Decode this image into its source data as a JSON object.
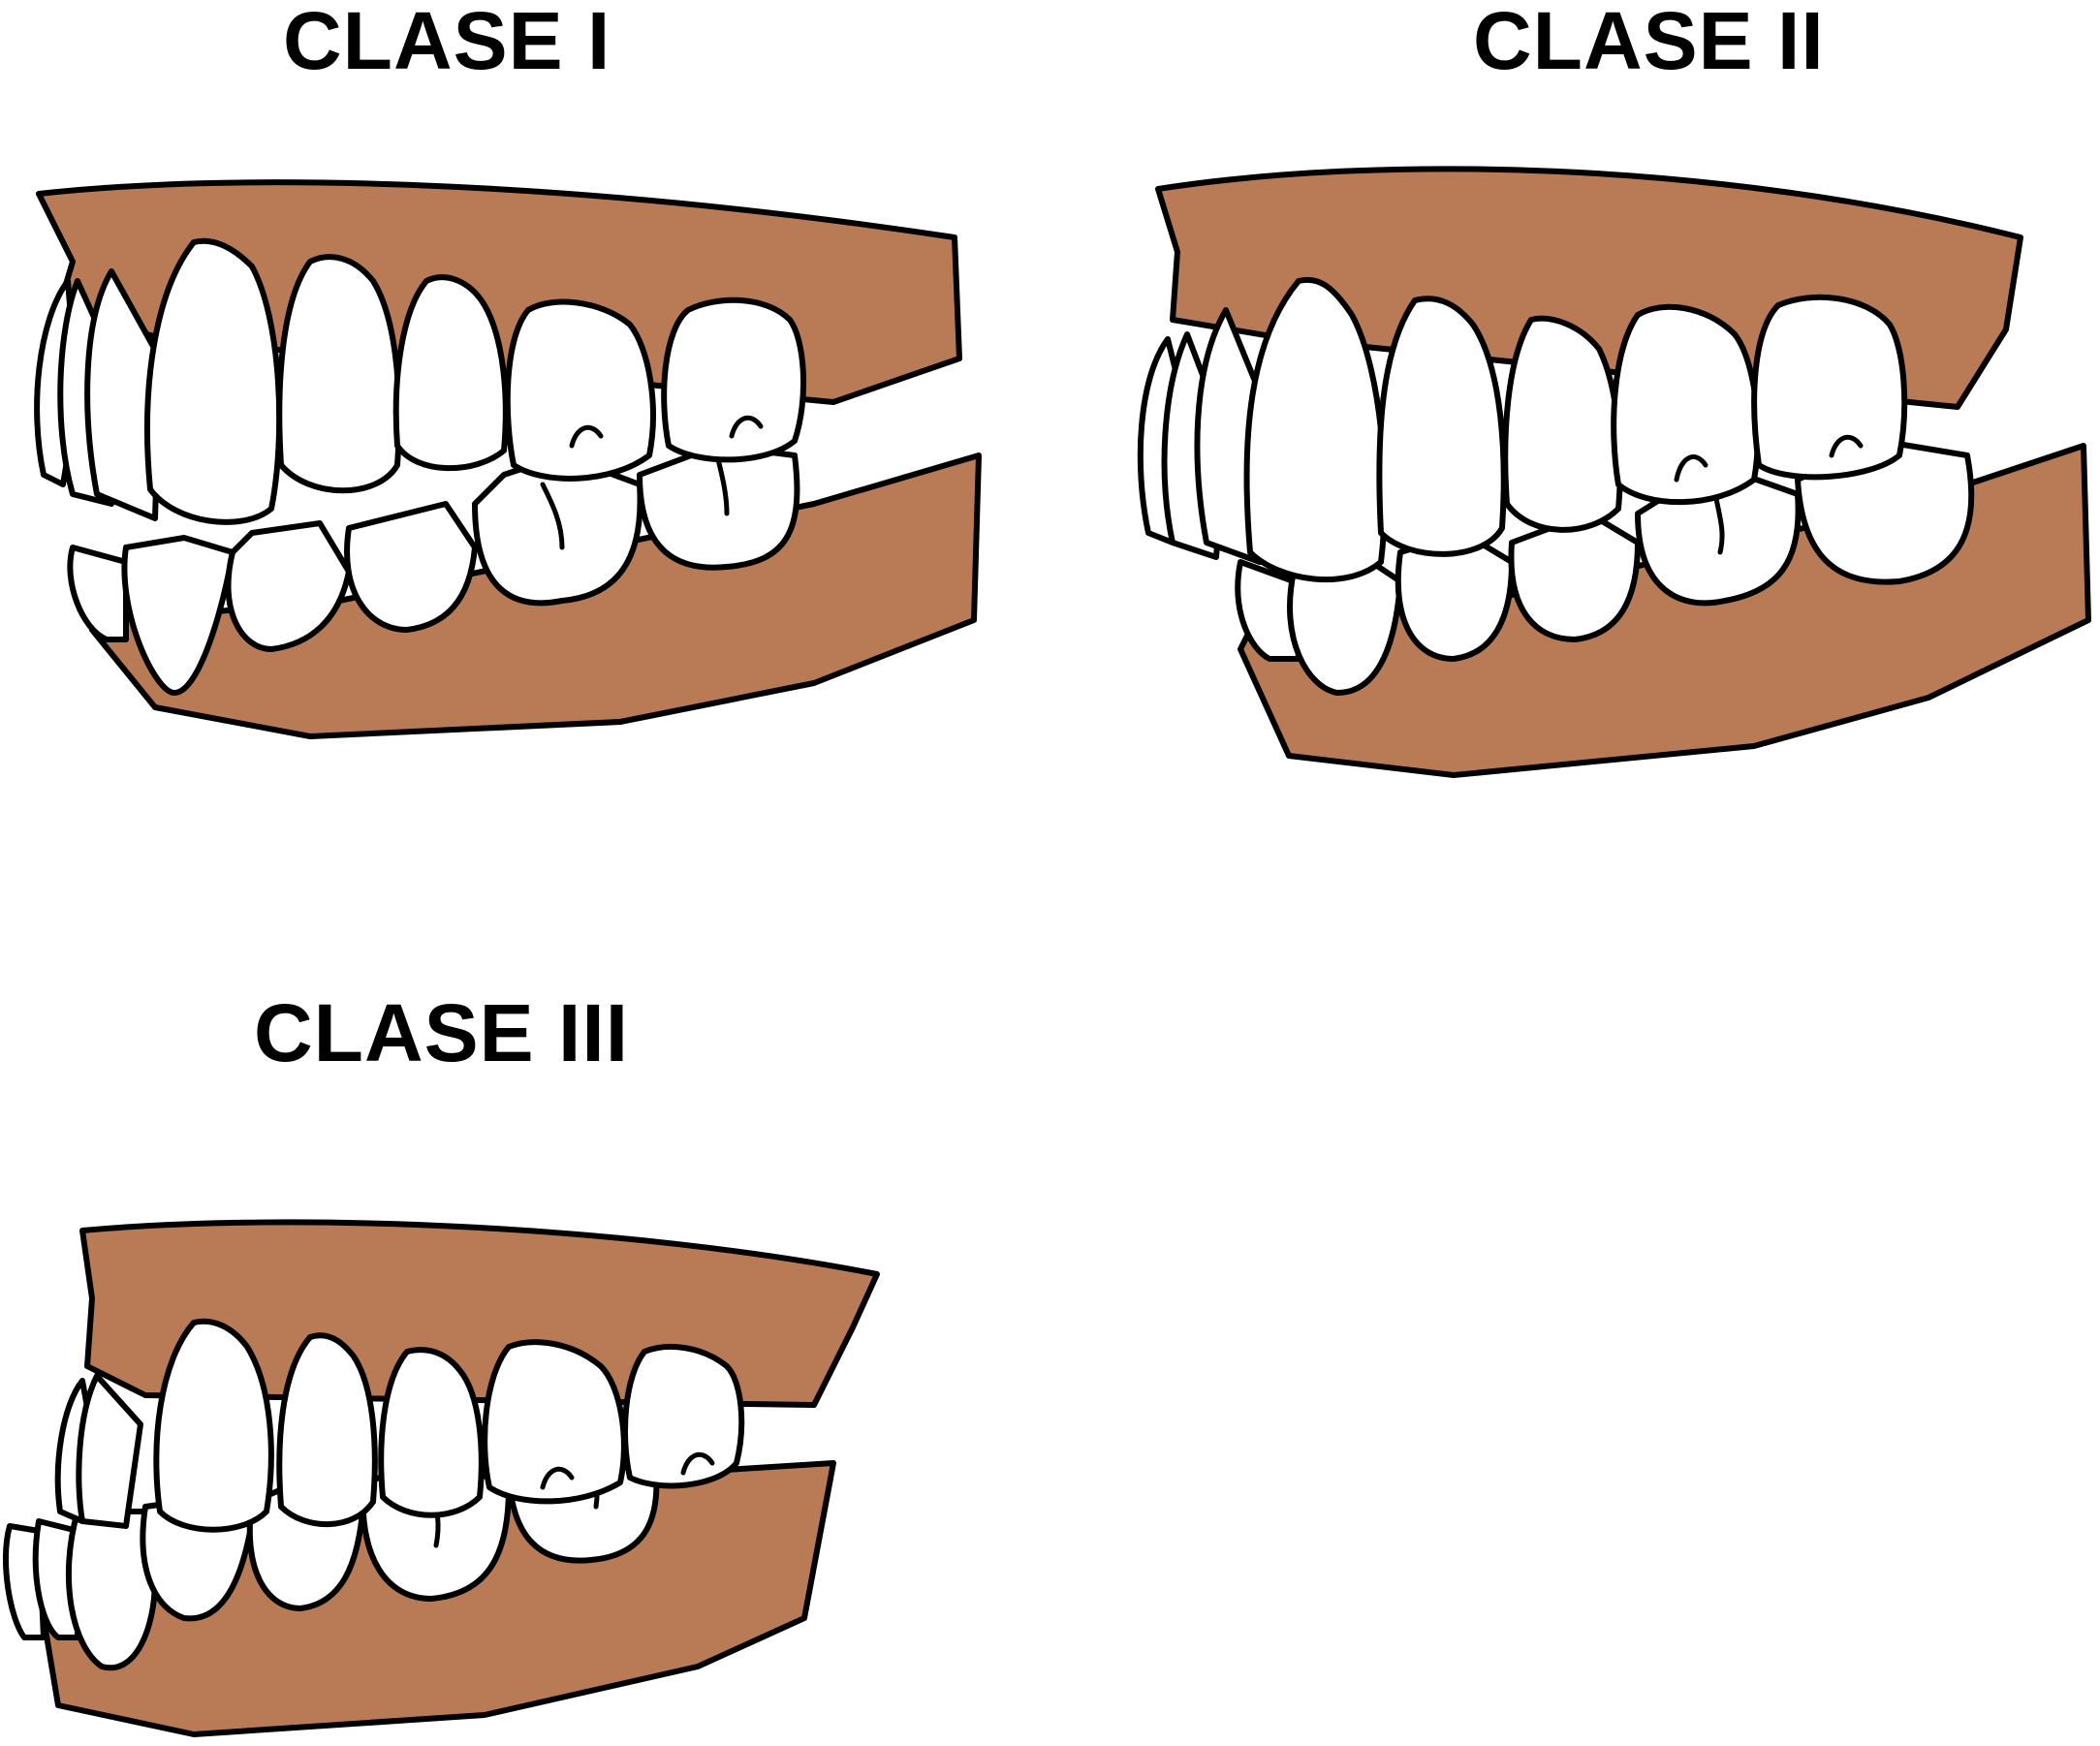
{
  "panels": [
    {
      "id": "clase-1",
      "title": "CLASE I"
    },
    {
      "id": "clase-2",
      "title": "CLASE II"
    },
    {
      "id": "clase-3",
      "title": "CLASE III"
    }
  ],
  "colors": {
    "gum": "#b97a56",
    "gum_shadow": "#5a3a2a",
    "tooth": "#ffffff",
    "tooth_shade": "#cfcfcf",
    "outline": "#000000",
    "background": "#ffffff"
  }
}
